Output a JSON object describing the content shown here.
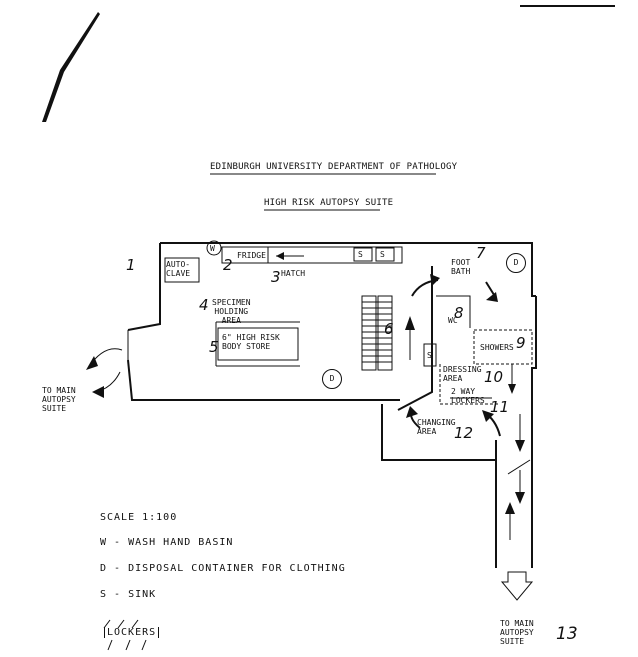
{
  "header": {
    "title": "EDINBURGH UNIVERSITY DEPARTMENT OF PATHOLOGY",
    "subtitle": "HIGH RISK AUTOPSY SUITE"
  },
  "rooms": {
    "autoclave": "AUTO-\nCLAVE",
    "fridge": "FRIDGE",
    "hatch": "HATCH",
    "specimen": "SPECIMEN\nHOLDING\nAREA",
    "body_store": "6\" HIGH RISK\nBODY STORE",
    "foot_bath": "FOOT\nBATH",
    "showers": "SHOWERS",
    "dressing": "DRESSING\nAREA",
    "lockers_2way": "2 WAY\nLOCKERS",
    "changing": "CHANGING\nAREA",
    "wc": "WC"
  },
  "symbols": {
    "w": "W",
    "d": "D",
    "s": "S"
  },
  "exits": {
    "left": "TO MAIN\nAUTOPSY\nSUITE",
    "bottom": "TO MAIN\nAUTOPSY\nSUITE"
  },
  "numbers": {
    "n1": "1",
    "n2": "2",
    "n3": "3",
    "n4": "4",
    "n5": "5",
    "n6": "6",
    "n7": "7",
    "n8": "8",
    "n9": "9",
    "n10": "10",
    "n11": "11",
    "n12": "12"
  },
  "legend": {
    "scale": "SCALE  1:100",
    "w": "W  -  WASH HAND BASIN",
    "d": "D  -  DISPOSAL CONTAINER FOR CLOTHING",
    "s": "S  -  SINK",
    "lockers": "LOCKERS"
  },
  "page_number": "13"
}
